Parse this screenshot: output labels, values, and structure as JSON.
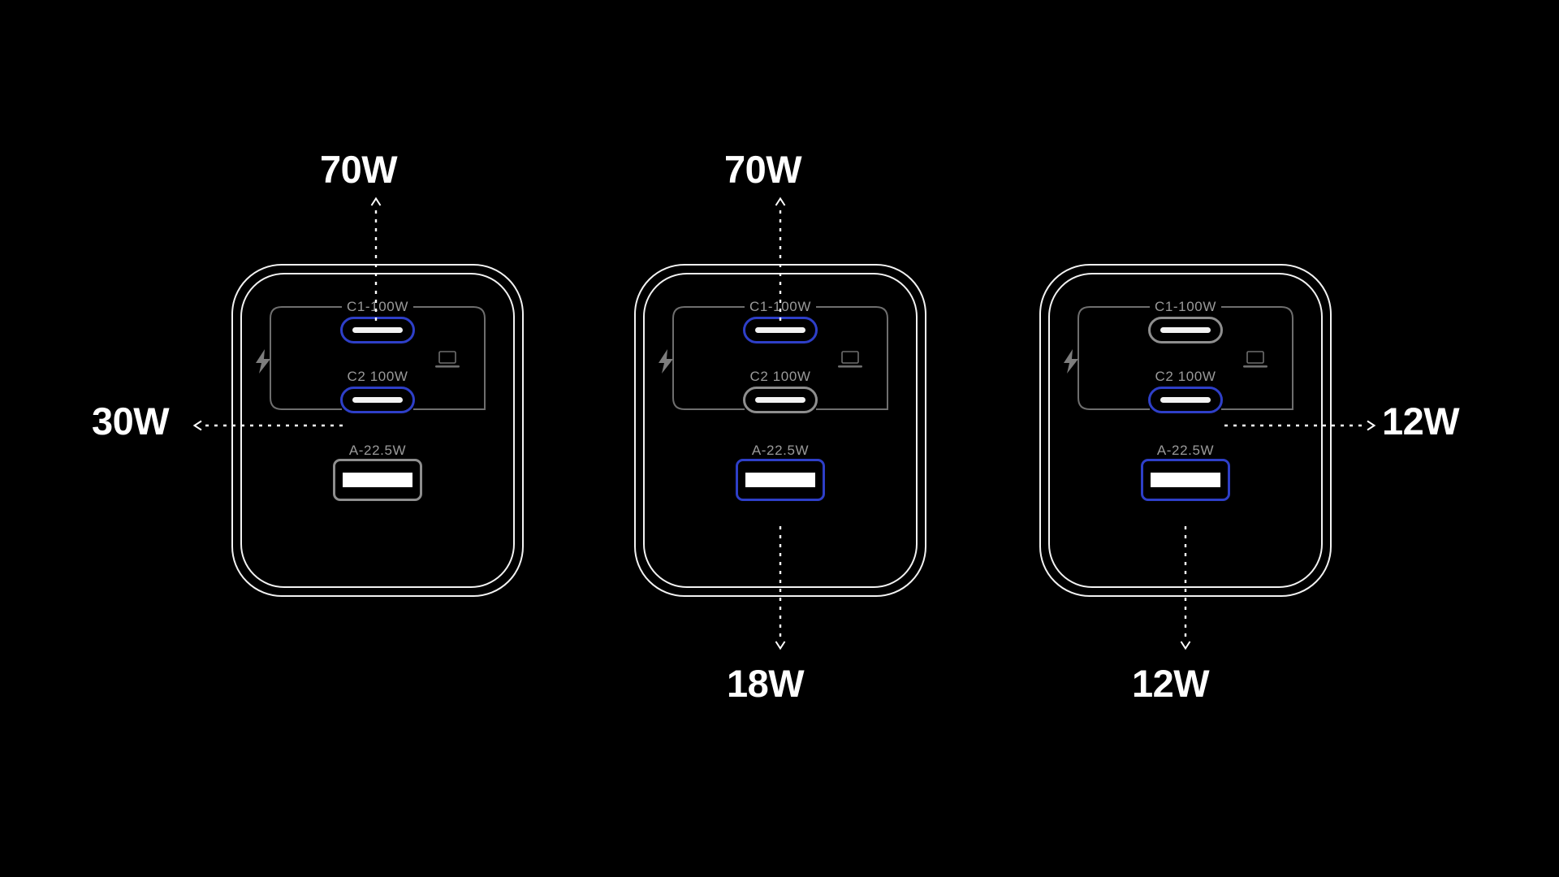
{
  "background_color": "#000000",
  "accent_color": "#2e3fc8",
  "label_color": "#9a9a9a",
  "callout_color": "#ffffff",
  "port_labels": {
    "c1": "C1-100W",
    "c2": "C2  100W",
    "a": "A-22.5W"
  },
  "icons": {
    "bolt": "lightning-bolt-icon",
    "laptop": "laptop-icon"
  },
  "devices": [
    {
      "id": "charger-1",
      "name": "charger-scenario-1",
      "ports": {
        "c1": {
          "label": "C1-100W",
          "active": true
        },
        "c2": {
          "label": "C2  100W",
          "active": true
        },
        "a": {
          "label": "A-22.5W",
          "active": false
        }
      },
      "callouts": [
        {
          "id": "c1-output",
          "value": "70W",
          "direction": "up",
          "from_port": "c1"
        },
        {
          "id": "c2-output",
          "value": "30W",
          "direction": "left",
          "from_port": "c2"
        }
      ]
    },
    {
      "id": "charger-2",
      "name": "charger-scenario-2",
      "ports": {
        "c1": {
          "label": "C1-100W",
          "active": true
        },
        "c2": {
          "label": "C2  100W",
          "active": false
        },
        "a": {
          "label": "A-22.5W",
          "active": true
        }
      },
      "callouts": [
        {
          "id": "c1-output",
          "value": "70W",
          "direction": "up",
          "from_port": "c1"
        },
        {
          "id": "a-output",
          "value": "18W",
          "direction": "down",
          "from_port": "a"
        }
      ]
    },
    {
      "id": "charger-3",
      "name": "charger-scenario-3",
      "ports": {
        "c1": {
          "label": "C1-100W",
          "active": false
        },
        "c2": {
          "label": "C2  100W",
          "active": true
        },
        "a": {
          "label": "A-22.5W",
          "active": true
        }
      },
      "callouts": [
        {
          "id": "c2-output",
          "value": "12W",
          "direction": "right",
          "from_port": "c2"
        },
        {
          "id": "a-output",
          "value": "12W",
          "direction": "down",
          "from_port": "a"
        }
      ]
    }
  ]
}
